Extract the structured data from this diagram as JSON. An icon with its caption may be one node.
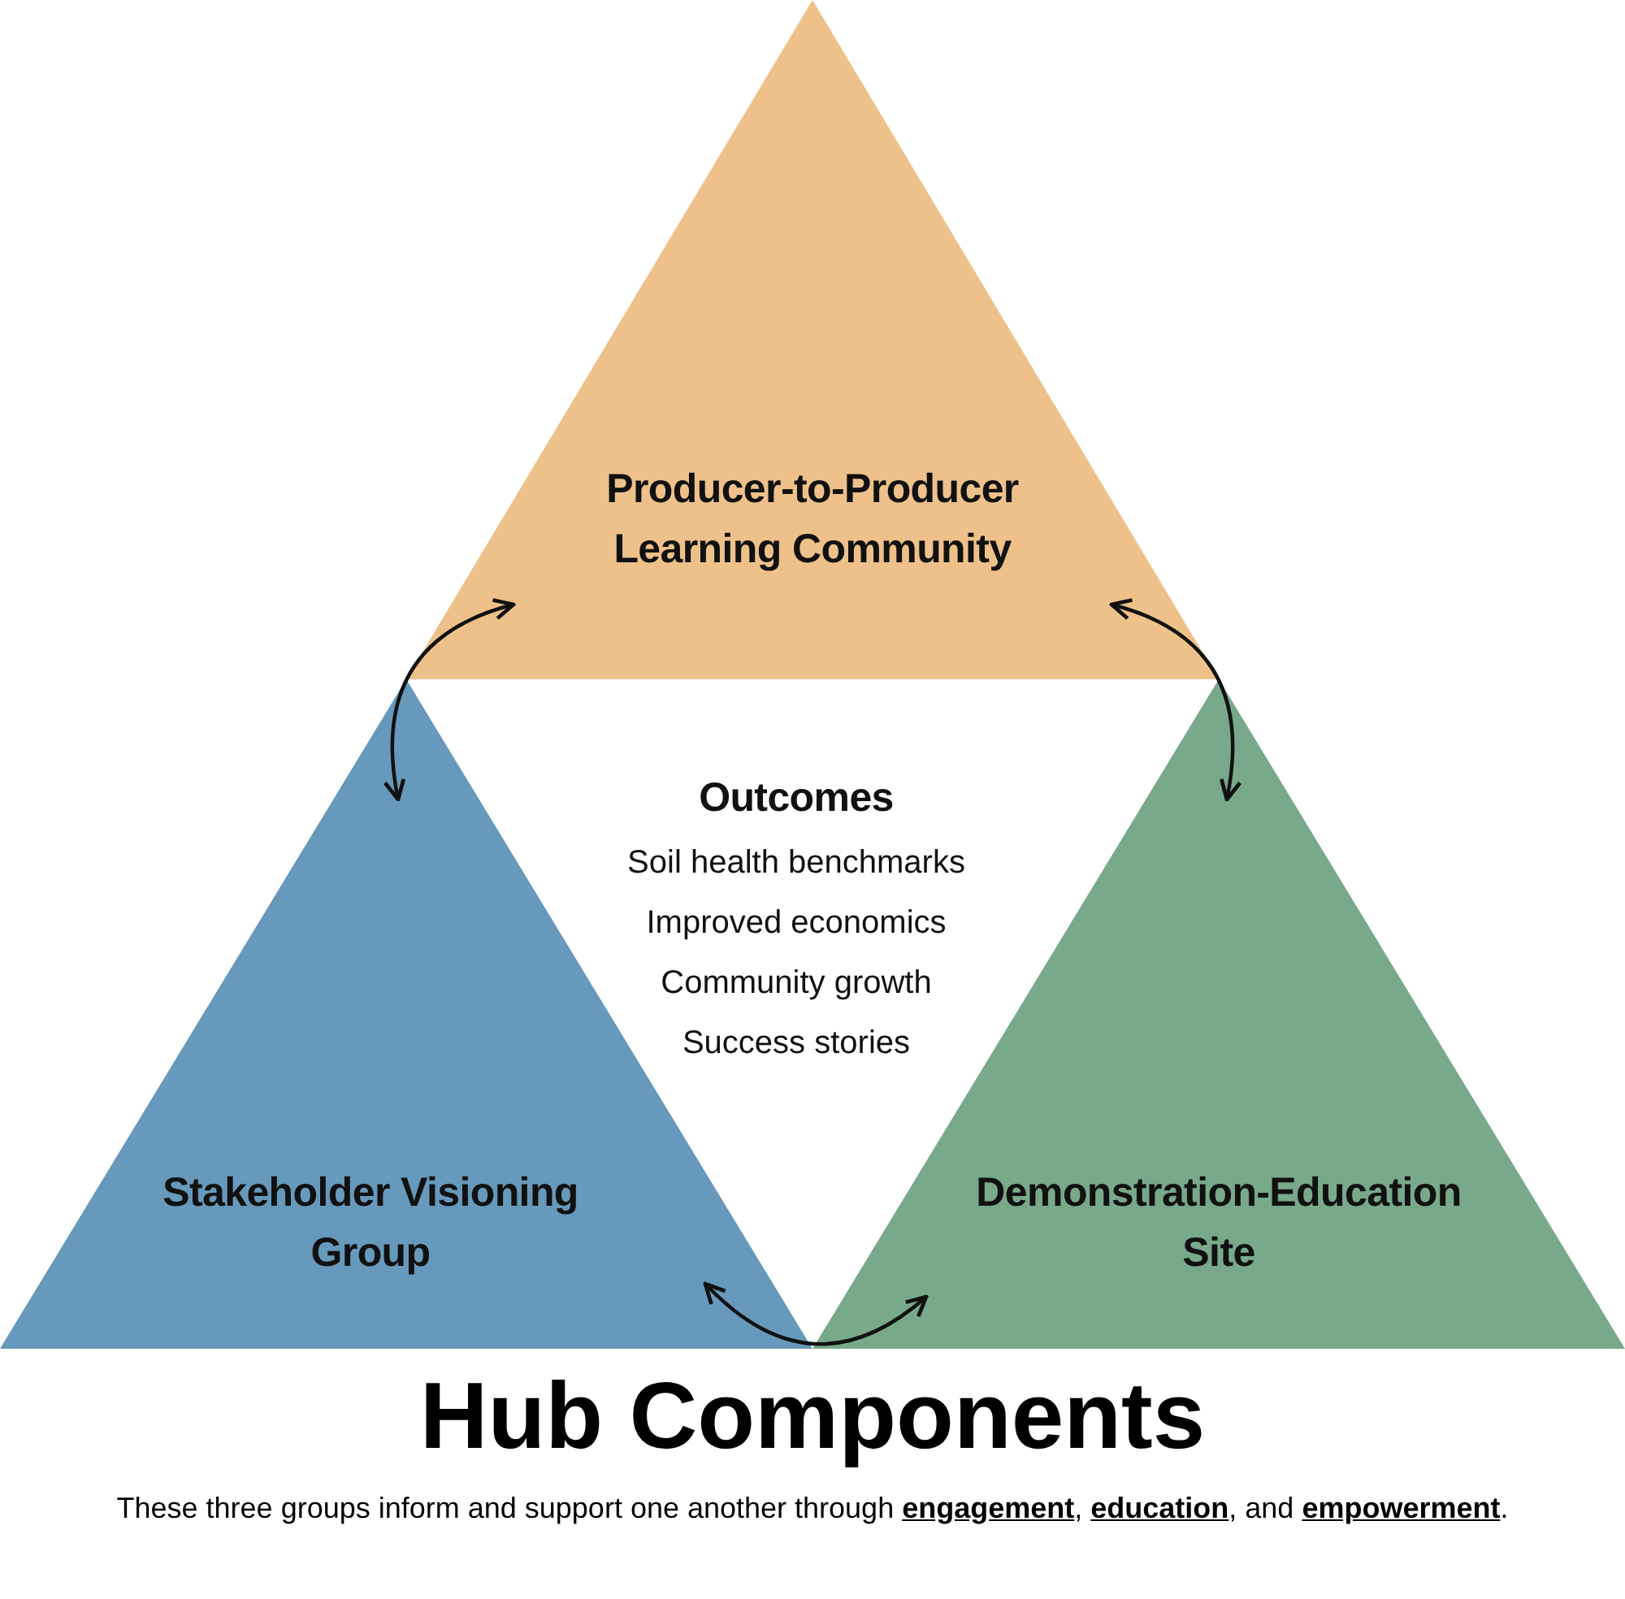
{
  "diagram": {
    "title": "Hub Components",
    "caption": "These three groups inform and support one another through **engagement**, **education**, and **empowerment**.",
    "nodes": [
      {
        "text": [
          "Producer-to-Producer Learning Community"
        ]
      },
      {
        "text": [
          "Outcomes",
          "Soil health benchmarks",
          "Improved economics",
          "Community growth",
          "Success stories"
        ]
      },
      {
        "text": [
          "Stakeholder Visioning Group"
        ]
      },
      {
        "text": [
          "Demonstration-Education Site"
        ]
      }
    ],
    "edges": [
      {
        "from": 0,
        "to": 2,
        "arrow": "both"
      },
      {
        "from": 0,
        "to": 3,
        "arrow": "both"
      },
      {
        "from": 2,
        "to": 3,
        "arrow": "both"
      }
    ]
  }
}
